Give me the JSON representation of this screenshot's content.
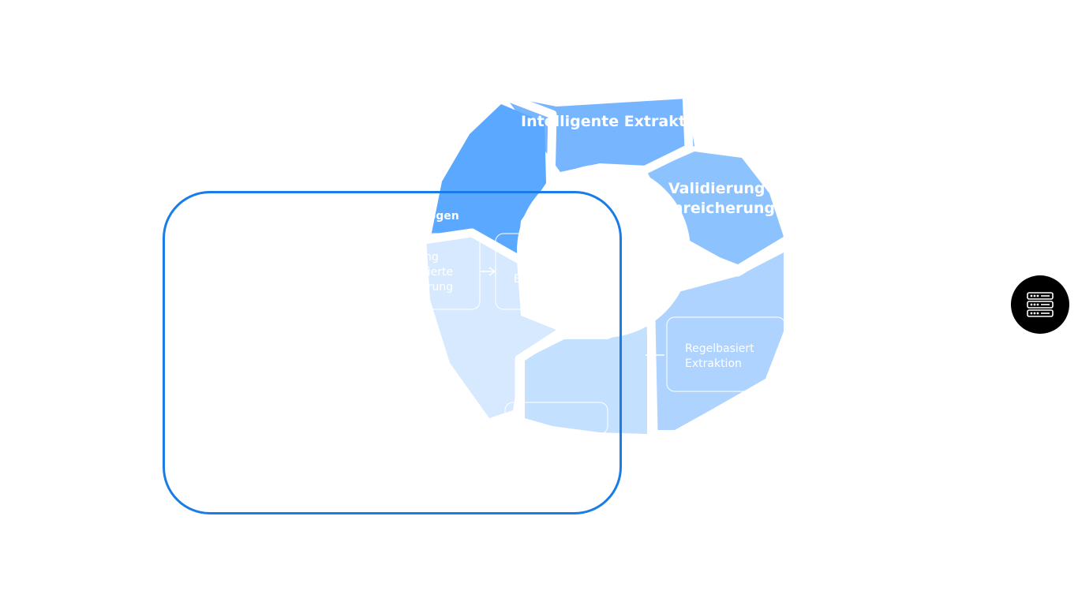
{
  "diagram": {
    "colors": {
      "segment_top_left": "#5aa8ff",
      "segment_top": "#78b5ff",
      "segment_right": "#8cc3ff",
      "segment_lower_right": "#aed3ff",
      "segment_bottom": "#c4e0ff",
      "segment_left": "#d7e9ff",
      "background": "#ffffff",
      "frame": "#1a7ce6"
    },
    "title_fragment": "ocre",
    "labels": {
      "top": "Intelligente Extraktion",
      "right_line1": "Validierung u",
      "right_line2": "nreicherung",
      "left_heading": "ezogen",
      "left_box_line1": "ng",
      "left_box_line2": "basierte",
      "left_box_line3": "fizierung",
      "center_box": "E",
      "right_box_line1": "Regelbasiert",
      "right_box_line2": "Extraktion"
    }
  },
  "toolbar": {
    "server_icon": "server-stack-icon"
  }
}
